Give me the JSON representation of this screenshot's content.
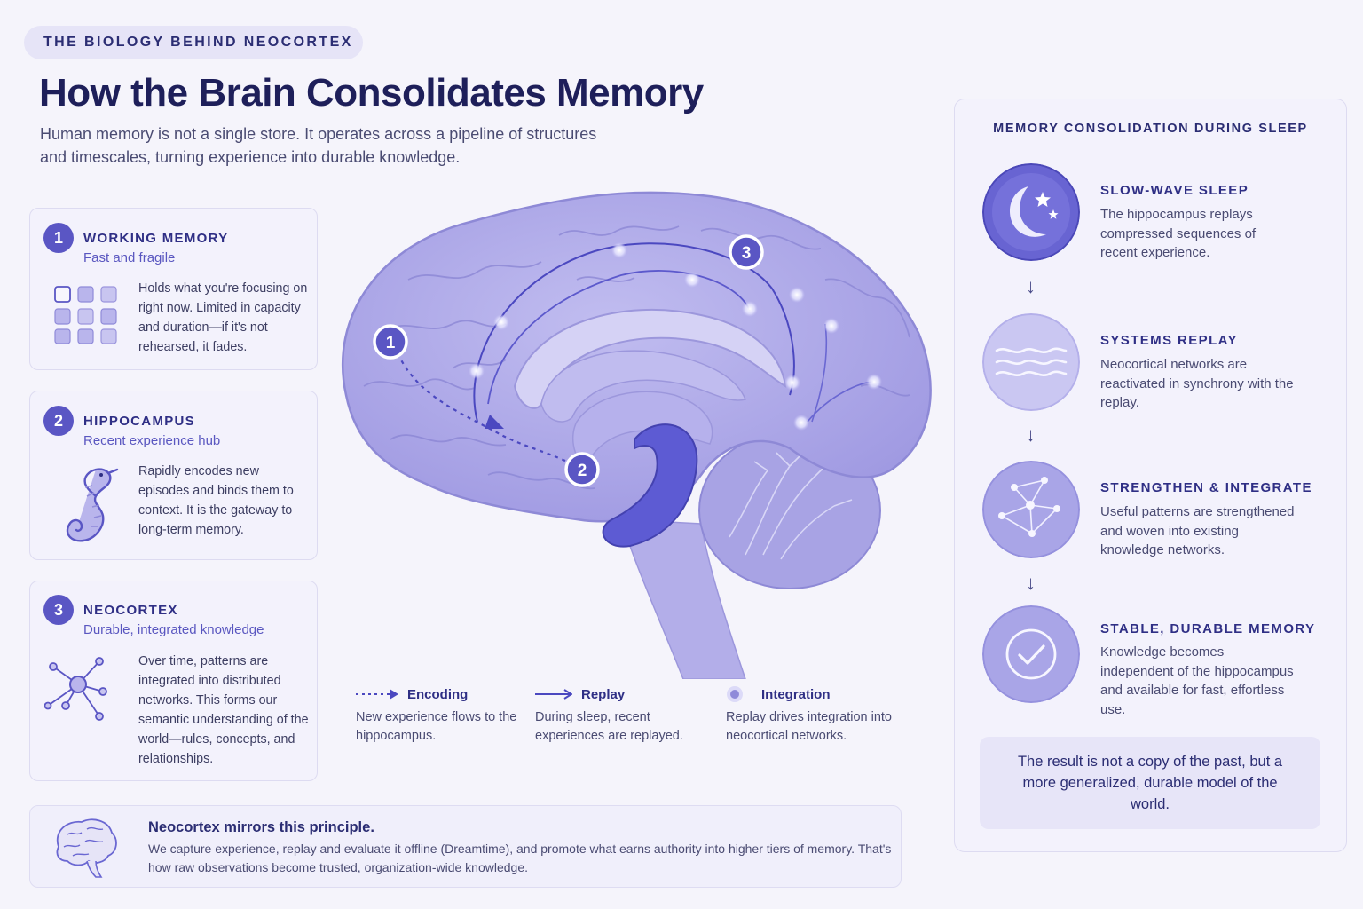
{
  "eyebrow": "THE BIOLOGY BEHIND NEOCORTEX",
  "title": "How the Brain Consolidates Memory",
  "subtitle": "Human memory is not a single store. It operates across a pipeline of structures and timescales, turning experience into durable knowledge.",
  "cards": [
    {
      "num": "1",
      "title": "WORKING MEMORY",
      "sub": "Fast and fragile",
      "body": "Holds what you're focusing on right now. Limited in capacity and duration—if it's not rehearsed, it fades.",
      "icon": "grid-icon"
    },
    {
      "num": "2",
      "title": "HIPPOCAMPUS",
      "sub": "Recent experience hub",
      "body": "Rapidly encodes new episodes and binds them to context. It is the gateway to long-term memory.",
      "icon": "seahorse-icon"
    },
    {
      "num": "3",
      "title": "NEOCORTEX",
      "sub": "Durable, integrated knowledge",
      "body": "Over time, patterns are integrated into distributed networks. This forms our semantic understanding of the world—rules, concepts, and relationships.",
      "icon": "network-icon"
    }
  ],
  "diagram": {
    "markers": [
      "1",
      "2",
      "3"
    ]
  },
  "legend": [
    {
      "label": "Encoding",
      "text": "New experience flows to the hippocampus."
    },
    {
      "label": "Replay",
      "text": "During sleep, recent experiences are replayed."
    },
    {
      "label": "Integration",
      "text": "Replay drives integration into neocortical networks."
    }
  ],
  "bottom": {
    "heading": "Neocortex mirrors this principle.",
    "text": "We capture experience, replay and evaluate it offline (Dreamtime), and promote what earns authority into higher tiers of memory. That's how raw observations become trusted, organization-wide knowledge."
  },
  "panel": {
    "title": "MEMORY CONSOLIDATION DURING SLEEP",
    "steps": [
      {
        "title": "SLOW-WAVE SLEEP",
        "text": "The hippocampus replays compressed sequences of recent experience.",
        "icon": "moon-icon"
      },
      {
        "title": "SYSTEMS REPLAY",
        "text": "Neocortical networks are reactivated in synchrony with the replay.",
        "icon": "waves-icon"
      },
      {
        "title": "STRENGTHEN & INTEGRATE",
        "text": "Useful patterns are strengthened and woven into existing knowledge networks.",
        "icon": "network-icon"
      },
      {
        "title": "STABLE, DURABLE MEMORY",
        "text": "Knowledge becomes independent of the hippocampus and available for fast, effortless use.",
        "icon": "check-icon"
      }
    ],
    "arrow": "↓",
    "result": "The result is not a copy of the past, but a more generalized, durable model of the world."
  },
  "colors": {
    "accent": "#5a56c4",
    "navy": "#1e1f5a",
    "brain": "#a9a4e6",
    "hippocampus": "#5857d0"
  }
}
